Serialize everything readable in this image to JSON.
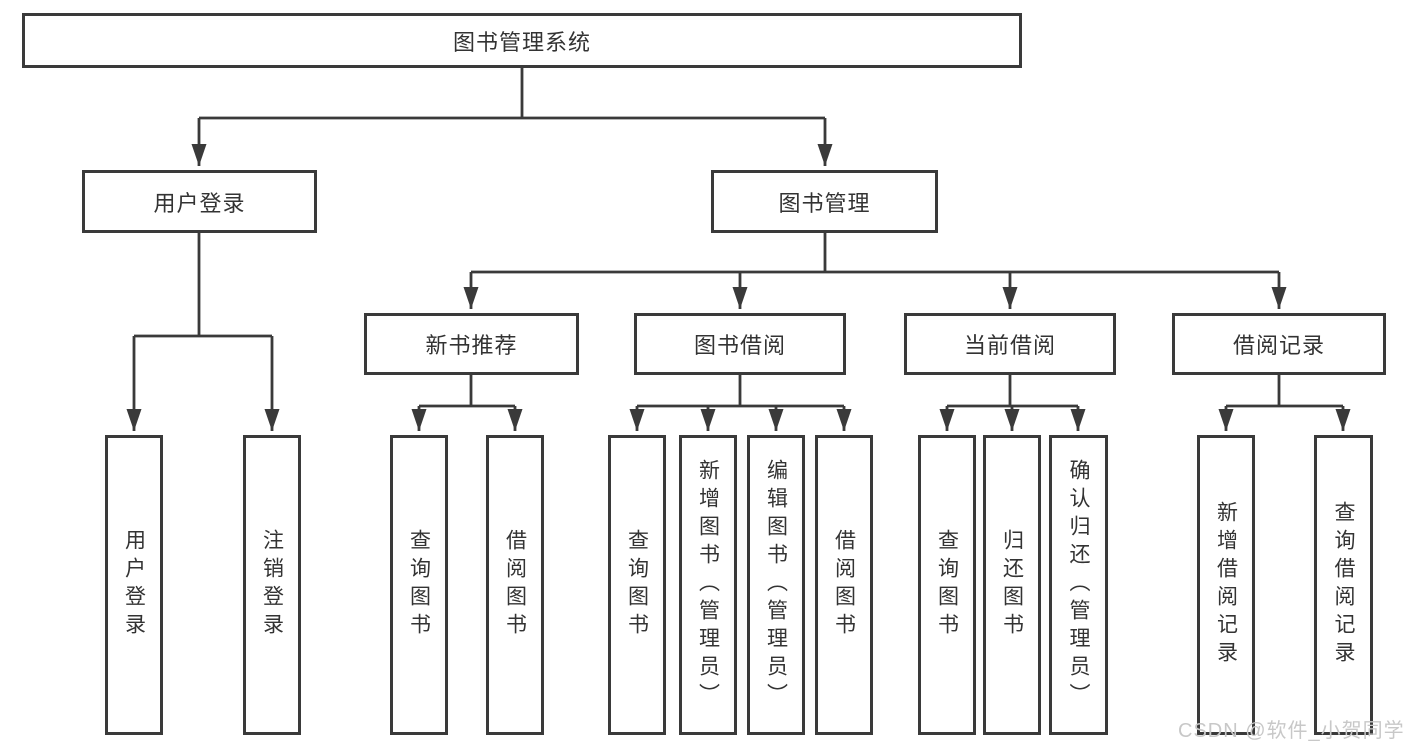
{
  "diagram": {
    "type": "hierarchy-tree",
    "root": {
      "label": "图书管理系统"
    },
    "level2": [
      {
        "label": "用户登录"
      },
      {
        "label": "图书管理"
      }
    ],
    "level3": [
      {
        "label": "新书推荐",
        "parent": "图书管理"
      },
      {
        "label": "图书借阅",
        "parent": "图书管理"
      },
      {
        "label": "当前借阅",
        "parent": "图书管理"
      },
      {
        "label": "借阅记录",
        "parent": "图书管理"
      }
    ],
    "leaves": [
      {
        "label": "用户登录",
        "parent": "用户登录"
      },
      {
        "label": "注销登录",
        "parent": "用户登录"
      },
      {
        "label": "查询图书",
        "parent": "新书推荐"
      },
      {
        "label": "借阅图书",
        "parent": "新书推荐"
      },
      {
        "label": "查询图书",
        "parent": "图书借阅"
      },
      {
        "label": "新增图书（管理员）",
        "parent": "图书借阅"
      },
      {
        "label": "编辑图书（管理员）",
        "parent": "图书借阅"
      },
      {
        "label": "借阅图书",
        "parent": "图书借阅"
      },
      {
        "label": "查询图书",
        "parent": "当前借阅"
      },
      {
        "label": "归还图书",
        "parent": "当前借阅"
      },
      {
        "label": "确认归还（管理员）",
        "parent": "当前借阅"
      },
      {
        "label": "新增借阅记录",
        "parent": "借阅记录"
      },
      {
        "label": "查询借阅记录",
        "parent": "借阅记录"
      }
    ]
  },
  "watermark": "CSDN @软件_小贺同学",
  "colors": {
    "line": "#3a3a3a",
    "box_border": "#3a3a3a",
    "text": "#333333",
    "background": "#ffffff",
    "watermark": "#c8c8c8"
  }
}
